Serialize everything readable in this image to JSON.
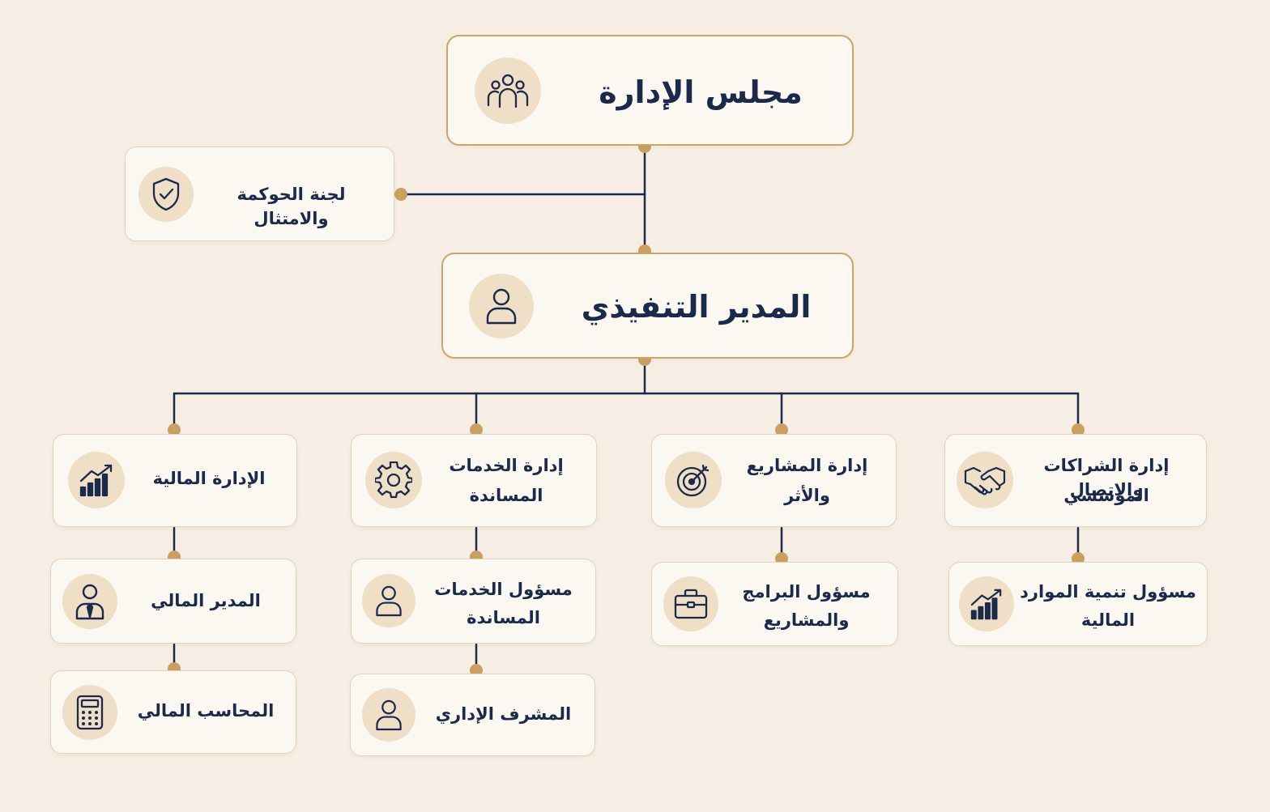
{
  "board": {
    "label": "مجلس الإدارة",
    "icon": "people-group-icon"
  },
  "governance": {
    "label": "لجنة الحوكمة والامتثال",
    "icon": "shield-check-icon"
  },
  "executive": {
    "label": "المدير التنفيذي",
    "icon": "person-icon"
  },
  "departments": {
    "partnerships": {
      "line1": "إدارة الشراكات والاتصال",
      "line2": "المؤسسي",
      "icon": "handshake-icon"
    },
    "projects": {
      "line1": "إدارة المشاريع",
      "line2": "والأثر",
      "icon": "target-icon"
    },
    "support": {
      "line1": "إدارة الخدمات",
      "line2": "المساندة",
      "icon": "gear-icon"
    },
    "finance": {
      "label": "الإدارة المالية",
      "icon": "growth-chart-icon"
    }
  },
  "roles": {
    "resource_dev": {
      "line1": "مسؤول تنمية الموارد",
      "line2": "المالية",
      "icon": "growth-chart-icon"
    },
    "programs": {
      "line1": "مسؤول البرامج",
      "line2": "والمشاريع",
      "icon": "briefcase-icon"
    },
    "support_officer": {
      "line1": "مسؤول الخدمات",
      "line2": "المساندة",
      "icon": "person-icon"
    },
    "admin_supervisor": {
      "label": "المشرف الإداري",
      "icon": "person-icon"
    },
    "cfo": {
      "label": "المدير المالي",
      "icon": "person-tie-icon"
    },
    "accountant": {
      "label": "المحاسب المالي",
      "icon": "calculator-icon"
    }
  },
  "colors": {
    "line": "#1b2a4a",
    "dot": "#c9a060",
    "border_main": "#c9a669",
    "icon_bg": "#efdfc7",
    "background": "#f6eee4"
  }
}
